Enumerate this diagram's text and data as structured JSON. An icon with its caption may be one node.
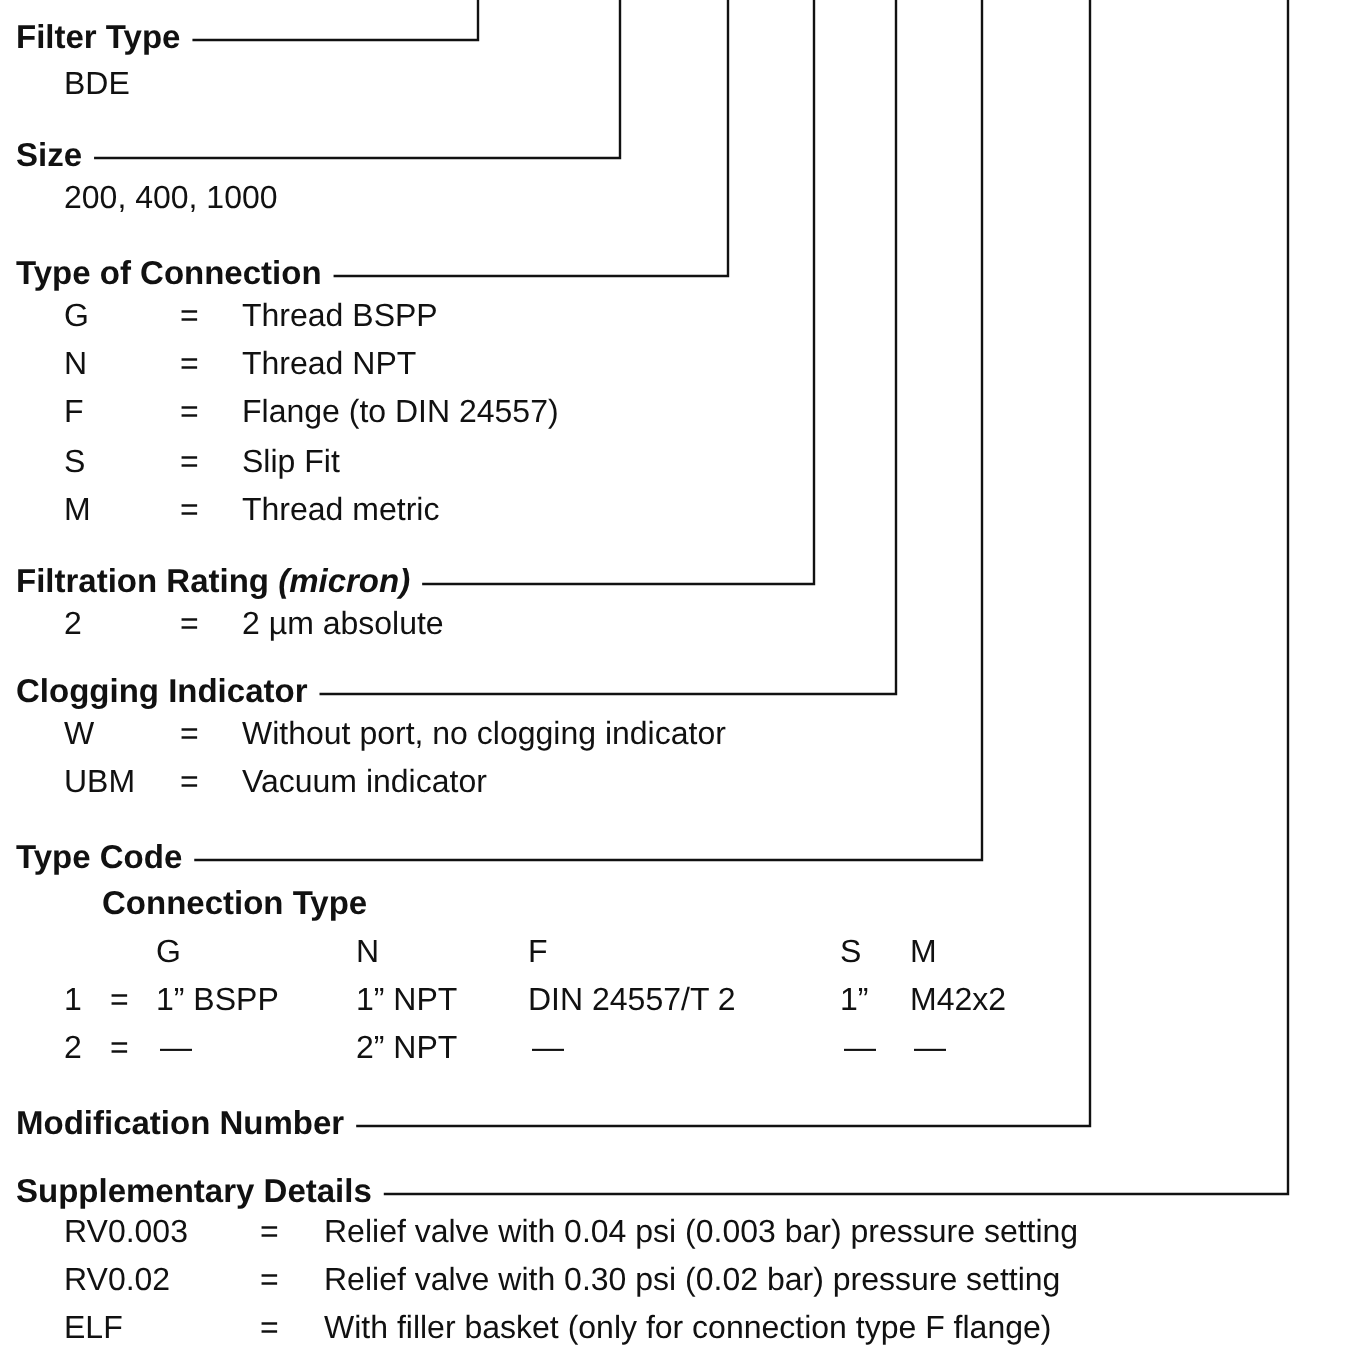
{
  "diagram": {
    "nodes": [
      {
        "text": [
          "Filter Type"
        ]
      },
      {
        "text": [
          "Size"
        ]
      },
      {
        "text": [
          "Type of Connection"
        ]
      },
      {
        "text": [
          "Filtration Rating *(micron)*"
        ]
      },
      {
        "text": [
          "Clogging Indicator"
        ]
      },
      {
        "text": [
          "Type Code"
        ]
      },
      {
        "text": [
          "Modification Number"
        ]
      },
      {
        "text": [
          "Supplementary Details"
        ]
      }
    ],
    "edges": [
      {
        "from": 0,
        "to": null,
        "arrow": "none"
      },
      {
        "from": 1,
        "to": null,
        "arrow": "none"
      },
      {
        "from": 2,
        "to": null,
        "arrow": "none"
      },
      {
        "from": 3,
        "to": null,
        "arrow": "none"
      },
      {
        "from": 4,
        "to": null,
        "arrow": "none"
      },
      {
        "from": 5,
        "to": null,
        "arrow": "none"
      },
      {
        "from": 6,
        "to": null,
        "arrow": "none"
      },
      {
        "from": 7,
        "to": null,
        "arrow": "none"
      }
    ],
    "labels": [
      "BDE",
      "200, 400, 1000",
      "G",
      "=",
      "Thread BSPP",
      "N",
      "=",
      "Thread NPT",
      "F",
      "=",
      "Flange (to DIN 24557)",
      "S",
      "=",
      "Slip Fit",
      "M",
      "=",
      "Thread metric",
      "2",
      "=",
      "2 µm absolute",
      "W",
      "=",
      "Without port, no clogging indicator",
      "UBM",
      "=",
      "Vacuum indicator",
      "Connection Type",
      "G",
      "N",
      "F",
      "S",
      "M",
      "1",
      "=",
      "1” BSPP",
      "1” NPT",
      "DIN 24557/T 2",
      "1”",
      "M42x2",
      "2",
      "=",
      "—",
      "2” NPT",
      "—",
      "—",
      "—",
      "RV0.003",
      "=",
      "Relief valve with 0.04 psi (0.003 bar) pressure setting",
      "RV0.02",
      "=",
      "Relief valve with 0.30 psi (0.02 bar) pressure setting",
      "ELF",
      "=",
      "With filler basket (only for connection type F flange)"
    ]
  }
}
